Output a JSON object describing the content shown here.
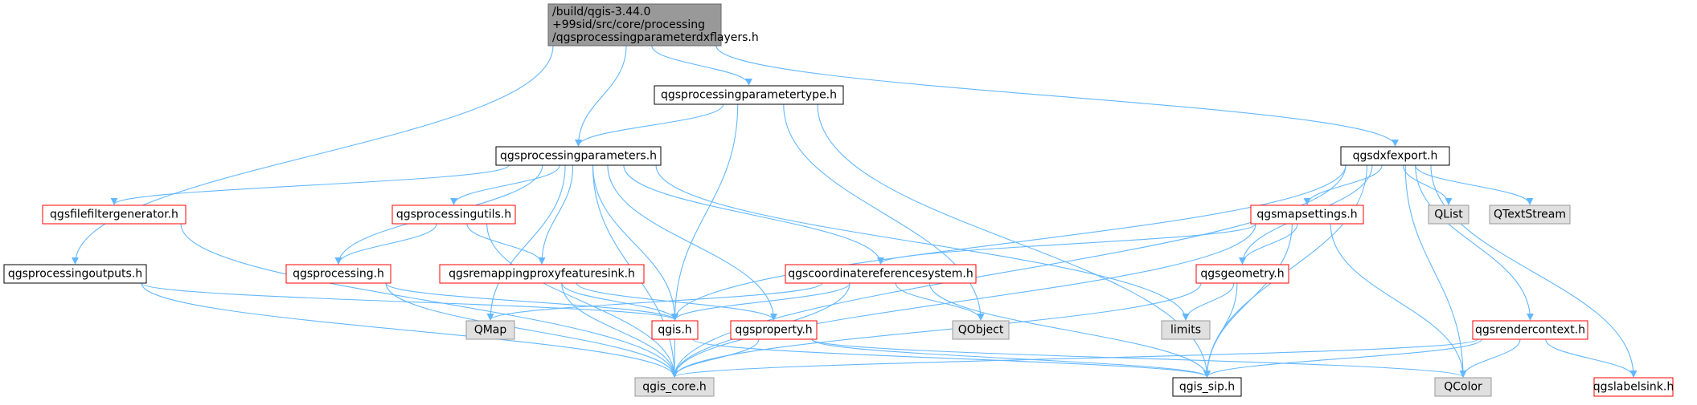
{
  "colors": {
    "edge": "#63b8ff",
    "root_fill": "#999999",
    "root_border": "#666666",
    "sys_fill": "#e0e0e0",
    "sys_border": "#999999",
    "red_border": "#ff0000",
    "plain_border": "#000000",
    "fill": "#ffffff"
  },
  "nodes": [
    {
      "id": "root",
      "style": "root",
      "lines": [
        "/build/qgis-3.44.0",
        "+99sid/src/core/processing",
        "/qgsprocessingparameterdxflayers.h"
      ]
    },
    {
      "id": "paramtype",
      "style": "plain",
      "lines": [
        "qgsprocessingparametertype.h"
      ]
    },
    {
      "id": "params",
      "style": "plain",
      "lines": [
        "qgsprocessingparameters.h"
      ]
    },
    {
      "id": "dxfexport",
      "style": "plain",
      "lines": [
        "qgsdxfexport.h"
      ]
    },
    {
      "id": "filefilter",
      "style": "red",
      "lines": [
        "qgsfilefiltergenerator.h"
      ]
    },
    {
      "id": "utils",
      "style": "red",
      "lines": [
        "qgsprocessingutils.h"
      ]
    },
    {
      "id": "mapsettings",
      "style": "red",
      "lines": [
        "qgsmapsettings.h"
      ]
    },
    {
      "id": "qlist",
      "style": "sys",
      "lines": [
        "QList"
      ]
    },
    {
      "id": "qtextstream",
      "style": "sys",
      "lines": [
        "QTextStream"
      ]
    },
    {
      "id": "outputs",
      "style": "plain",
      "lines": [
        "qgsprocessingoutputs.h"
      ]
    },
    {
      "id": "processing",
      "style": "red",
      "lines": [
        "qgsprocessing.h"
      ]
    },
    {
      "id": "remapping",
      "style": "red",
      "lines": [
        "qgsremappingproxyfeaturesink.h"
      ]
    },
    {
      "id": "crs",
      "style": "red",
      "lines": [
        "qgscoordinatereferencesystem.h"
      ]
    },
    {
      "id": "geometry",
      "style": "red",
      "lines": [
        "qgsgeometry.h"
      ]
    },
    {
      "id": "qmap",
      "style": "sys",
      "lines": [
        "QMap"
      ]
    },
    {
      "id": "qgis",
      "style": "red",
      "lines": [
        "qgis.h"
      ]
    },
    {
      "id": "property",
      "style": "red",
      "lines": [
        "qgsproperty.h"
      ]
    },
    {
      "id": "qobject",
      "style": "sys",
      "lines": [
        "QObject"
      ]
    },
    {
      "id": "limits",
      "style": "sys",
      "lines": [
        "limits"
      ]
    },
    {
      "id": "rendercontext",
      "style": "red",
      "lines": [
        "qgsrendercontext.h"
      ]
    },
    {
      "id": "core",
      "style": "sys",
      "lines": [
        "qgis_core.h"
      ]
    },
    {
      "id": "sip",
      "style": "plain",
      "lines": [
        "qgis_sip.h"
      ]
    },
    {
      "id": "qcolor",
      "style": "sys",
      "lines": [
        "QColor"
      ]
    },
    {
      "id": "labelsink",
      "style": "red",
      "lines": [
        "qgslabelsink.h"
      ]
    }
  ],
  "edges": [
    [
      "root",
      "params"
    ],
    [
      "root",
      "paramtype"
    ],
    [
      "root",
      "dxfexport"
    ],
    [
      "root",
      "outputs"
    ],
    [
      "paramtype",
      "params"
    ],
    [
      "paramtype",
      "qgis"
    ],
    [
      "paramtype",
      "qobject"
    ],
    [
      "paramtype",
      "sip"
    ],
    [
      "params",
      "filefilter"
    ],
    [
      "params",
      "utils"
    ],
    [
      "params",
      "processing"
    ],
    [
      "params",
      "remapping"
    ],
    [
      "params",
      "crs"
    ],
    [
      "params",
      "qgis"
    ],
    [
      "params",
      "property"
    ],
    [
      "params",
      "qmap"
    ],
    [
      "params",
      "limits"
    ],
    [
      "params",
      "core"
    ],
    [
      "filefilter",
      "core"
    ],
    [
      "utils",
      "processing"
    ],
    [
      "utils",
      "remapping"
    ],
    [
      "utils",
      "core"
    ],
    [
      "outputs",
      "qgis"
    ],
    [
      "outputs",
      "core"
    ],
    [
      "processing",
      "qgis"
    ],
    [
      "processing",
      "core"
    ],
    [
      "remapping",
      "qgis"
    ],
    [
      "remapping",
      "property"
    ],
    [
      "remapping",
      "core"
    ],
    [
      "crs",
      "qmap"
    ],
    [
      "crs",
      "qgis"
    ],
    [
      "crs",
      "qobject"
    ],
    [
      "crs",
      "core"
    ],
    [
      "crs",
      "sip"
    ],
    [
      "qgis",
      "core"
    ],
    [
      "qgis",
      "sip"
    ],
    [
      "property",
      "core"
    ],
    [
      "property",
      "sip"
    ],
    [
      "property",
      "qcolor"
    ],
    [
      "dxfexport",
      "qlist"
    ],
    [
      "dxfexport",
      "qtextstream"
    ],
    [
      "dxfexport",
      "mapsettings"
    ],
    [
      "dxfexport",
      "geometry"
    ],
    [
      "dxfexport",
      "rendercontext"
    ],
    [
      "dxfexport",
      "qcolor"
    ],
    [
      "dxfexport",
      "labelsink"
    ],
    [
      "dxfexport",
      "qgis"
    ],
    [
      "dxfexport",
      "core"
    ],
    [
      "dxfexport",
      "sip"
    ],
    [
      "mapsettings",
      "crs"
    ],
    [
      "mapsettings",
      "geometry"
    ],
    [
      "mapsettings",
      "core"
    ],
    [
      "mapsettings",
      "sip"
    ],
    [
      "mapsettings",
      "qcolor"
    ],
    [
      "geometry",
      "limits"
    ],
    [
      "geometry",
      "core"
    ],
    [
      "geometry",
      "sip"
    ],
    [
      "rendercontext",
      "core"
    ],
    [
      "rendercontext",
      "sip"
    ],
    [
      "rendercontext",
      "qcolor"
    ],
    [
      "rendercontext",
      "labelsink"
    ]
  ]
}
